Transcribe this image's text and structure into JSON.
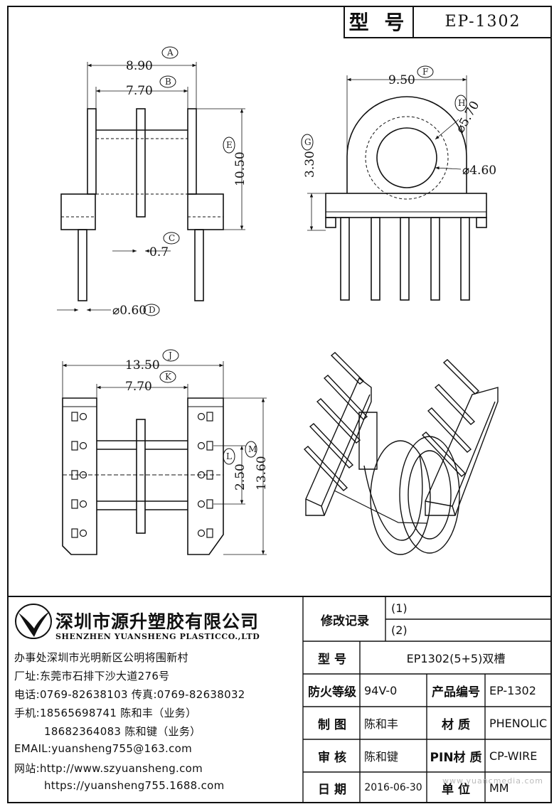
{
  "title_block": {
    "model_label": "型 号",
    "model_value": "EP-1302"
  },
  "drawing": {
    "dims": {
      "a": "8.90",
      "b": "7.70",
      "c": "0.7",
      "d": "⌀0.60",
      "e": "10.50",
      "f": "9.50",
      "g": "3.30",
      "h": "⌀5.70",
      "h2": "⌀4.60",
      "j": "13.50",
      "k": "7.70",
      "l": "2.50",
      "m": "13.60"
    },
    "bubbles": {
      "a": "A",
      "b": "B",
      "c": "C",
      "d": "D",
      "e": "E",
      "f": "F",
      "g": "G",
      "h": "H",
      "j": "J",
      "k": "K",
      "l": "L",
      "m": "M"
    }
  },
  "company": {
    "name_cn": "深圳市源升塑胶有限公司",
    "name_en": "SHENZHEN YUANSHENG PLASTICCO.,LTD",
    "office": "办事处深圳市光明新区公明将围新村",
    "factory": "厂址:东莞市石排下沙大道276号",
    "phone": "电话:0769-82638103 传真:0769-82638032",
    "mobile1": "手机:18565698741 陈和丰（业务）",
    "mobile2": "18682364083 陈和键（业务）",
    "email": "EMAIL:yuansheng755@163.com",
    "web1": "网站:http://www.szyuansheng.com",
    "web2": "https://yuansheng755.1688.com"
  },
  "table": {
    "revision_label": "修改记录",
    "rev1": "(1)",
    "rev2": "(2)",
    "model_label": "型 号",
    "model_value": "EP1302(5+5)双槽",
    "fire_label": "防火等级",
    "fire_value": "94V-0",
    "product_no_label": "产品编号",
    "product_no_value": "EP-1302",
    "drawn_label": "制 图",
    "drawn_value": "陈和丰",
    "material_label": "材 质",
    "material_value": "PHENOLIC",
    "review_label": "审 核",
    "review_value": "陈和键",
    "pin_label": "PIN材 质",
    "pin_value": "CP-WIRE",
    "date_label": "日 期",
    "date_value": "2016-06-30",
    "unit_label": "单 位",
    "unit_value": "MM"
  },
  "watermark": "www.yuancmedia.com"
}
